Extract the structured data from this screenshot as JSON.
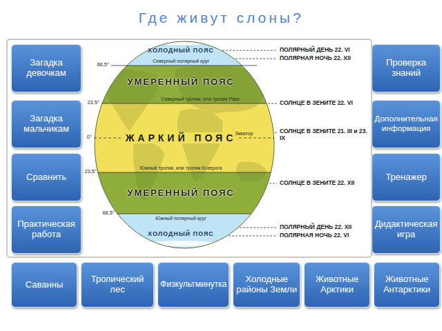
{
  "diagram": {
    "title": "Где живут слоны?",
    "nodes": [
      {
        "text": [
          "Загадка девочкам"
        ]
      },
      {
        "text": [
          "Проверка знаний"
        ]
      },
      {
        "text": [
          "Загадка мальчикам"
        ]
      },
      {
        "text": [
          "Дополнительная информация"
        ]
      },
      {
        "text": [
          "Сравнить"
        ]
      },
      {
        "text": [
          "Тренажер"
        ]
      },
      {
        "text": [
          "Практическая работа"
        ]
      },
      {
        "text": [
          "Дидактическая игра"
        ]
      },
      {
        "text": [
          "Саванны"
        ]
      },
      {
        "text": [
          "Тропический лес"
        ]
      },
      {
        "text": [
          "Физкультминутка"
        ]
      },
      {
        "text": [
          "Холодные районы Земли"
        ]
      },
      {
        "text": [
          "Животные Арктики"
        ]
      },
      {
        "text": [
          "Животные Антарктики"
        ]
      }
    ],
    "labels": [
      "ПОЛЯРНЫЙ ДЕНЬ 22. VI",
      "ПОЛЯРНАЯ НОЧЬ 22. XII",
      "66,5°",
      "ХОЛОДНЫЙ ПОЯС",
      "Северный полярный круг",
      "УМЕРЕННЫЙ ПОЯС",
      "23,5°",
      "Северный тропик, или тропик Рака",
      "СОЛНЦЕ В ЗЕНИТЕ 22. VI",
      "0°",
      "ЖАРКИЙ ПОЯС",
      "Экватор",
      "СОЛНЦЕ В ЗЕНИТЕ 21. III и 23. IX",
      "Южный тропик, или тропик Козерога",
      "23,5°",
      "СОЛНЦЕ В ЗЕНИТЕ 22. XII",
      "УМЕРЕННЫЙ ПОЯС",
      "Южный полярный круг",
      "ХОЛОДНЫЙ ПОЯС",
      "66,5°",
      "ПОЛЯРНЫЙ ДЕНЬ 22. XII",
      "ПОЛЯРНАЯ НОЧЬ 22. VI"
    ]
  }
}
